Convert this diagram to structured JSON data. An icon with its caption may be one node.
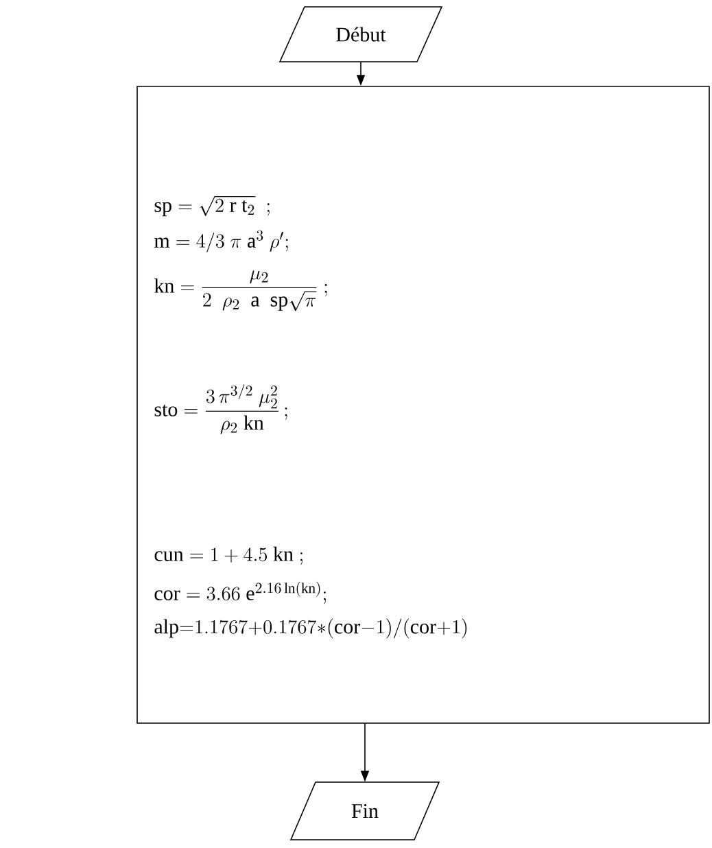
{
  "diagram": {
    "nodes": [
      {
        "text": [
          "Début"
        ]
      },
      {
        "text": [
          "\\mathrm{sp} = \\sqrt{2\\ \\mathrm{r}\\ \\mathrm{t}_2}\\ \\ ;",
          "\\mathrm{m} = 4/3\\ \\pi\\ \\mathrm{a}^3\\ \\rho';",
          "\\mathrm{kn} = \\dfrac{\\mu_2}{2\\ \\ \\rho_2\\ \\ \\mathrm{a}\\ \\ \\mathrm{sp}\\sqrt{\\pi}}\\ ;",
          "\\mathrm{sto} = \\dfrac{3\\,\\pi^{3/2}\\ \\mu_2^2}{\\rho_2\\ \\mathrm{kn}}\\,;",
          "\\mathrm{cun} = 1 + 4.5\\ \\mathrm{kn}\\ ;",
          "\\mathrm{cor} = 3.66\\ \\mathrm{e}^{2.16\\ln(\\mathrm{kn})};",
          "\\mathrm{alp}{=}1.1767{+}0.1767{*}(\\mathrm{cor}{-}1)/(\\mathrm{cor}{+}1)"
        ]
      },
      {
        "text": [
          "Fin"
        ]
      }
    ],
    "edges": [
      {
        "from": 0,
        "to": 1,
        "arrow": "to"
      },
      {
        "from": 1,
        "to": 2,
        "arrow": "to"
      }
    ]
  }
}
